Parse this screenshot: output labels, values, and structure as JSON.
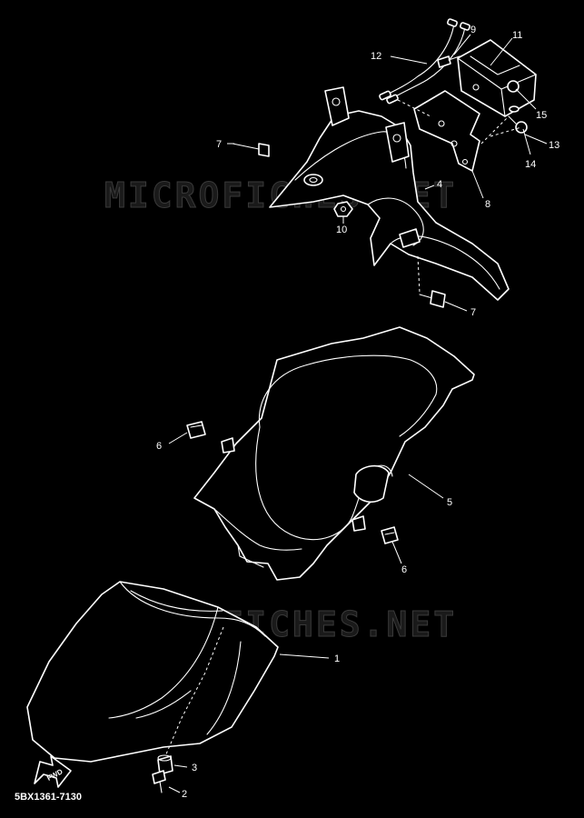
{
  "diagram": {
    "drawing_code": "5BX1361-7130",
    "watermarks": [
      "MICROFICHES.NET",
      "MICROFICHES.NET"
    ],
    "direction_marker": "FWD",
    "callouts": [
      {
        "id": "c1",
        "label": "1"
      },
      {
        "id": "c2",
        "label": "2"
      },
      {
        "id": "c3",
        "label": "3"
      },
      {
        "id": "c4",
        "label": "4"
      },
      {
        "id": "c5",
        "label": "5"
      },
      {
        "id": "c6a",
        "label": "6"
      },
      {
        "id": "c6b",
        "label": "6"
      },
      {
        "id": "c7a",
        "label": "7"
      },
      {
        "id": "c7b",
        "label": "7"
      },
      {
        "id": "c8",
        "label": "8"
      },
      {
        "id": "c9",
        "label": "9"
      },
      {
        "id": "c10",
        "label": "10"
      },
      {
        "id": "c11",
        "label": "11"
      },
      {
        "id": "c12",
        "label": "12"
      },
      {
        "id": "c13",
        "label": "13"
      },
      {
        "id": "c14",
        "label": "14"
      },
      {
        "id": "c15",
        "label": "15"
      }
    ],
    "colors": {
      "background": "#000000",
      "line": "#ffffff",
      "watermark": "#3a3a3a"
    }
  }
}
